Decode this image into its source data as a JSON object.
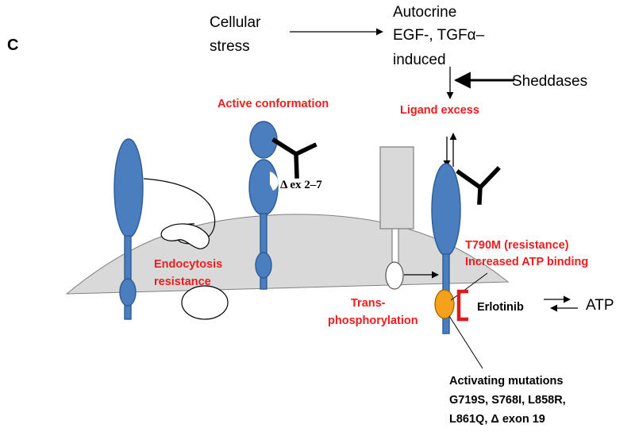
{
  "panel_letter": "C",
  "labels": {
    "cellular_stress": [
      "Cellular",
      "stress"
    ],
    "autocrine": [
      "Autocrine",
      "EGF-, TGFα–",
      "induced"
    ],
    "sheddases": "Sheddases",
    "ligand_excess": "Ligand excess",
    "active_conformation": "Active conformation",
    "delta_ex": "Δ ex 2–7",
    "endocytosis": [
      "Endocytosis",
      "resistance"
    ],
    "t790m": [
      "T790M (resistance)",
      "Increased ATP binding"
    ],
    "trans_phos": [
      "Trans-",
      "phosphorylation"
    ],
    "erlotinib": "Erlotinib",
    "atp": "ATP",
    "activating": [
      "Activating mutations",
      "G719S, S768I, L858R,",
      "L861Q, Δ exon 19"
    ]
  },
  "colors": {
    "receptor": "#4a7ebf",
    "membrane": "#d9d9d9",
    "red_text": "#ee1c1c",
    "kinase_mutation": "#f5a11c",
    "erlotinib_bracket": "#e0191c"
  }
}
